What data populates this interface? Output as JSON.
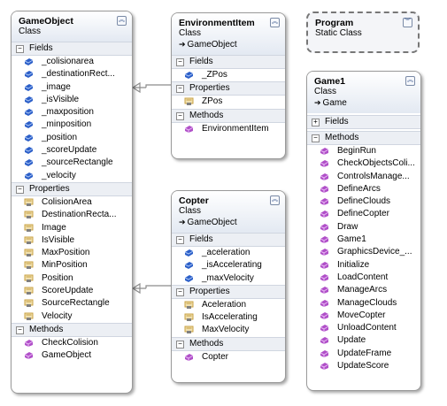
{
  "boxes": {
    "gameobject": {
      "title": "GameObject",
      "kind": "Class",
      "fields_label": "Fields",
      "fields": [
        "_colisionarea",
        "_destinationRect...",
        "_image",
        "_isVisible",
        "_maxposition",
        "_minposition",
        "_position",
        "_scoreUpdate",
        "_sourceRectangle",
        "_velocity"
      ],
      "properties_label": "Properties",
      "properties": [
        "ColisionArea",
        "DestinationRecta...",
        "Image",
        "IsVisible",
        "MaxPosition",
        "MinPosition",
        "Position",
        "ScoreUpdate",
        "SourceRectangle",
        "Velocity"
      ],
      "methods_label": "Methods",
      "methods": [
        "CheckColision",
        "GameObject"
      ]
    },
    "environmentitem": {
      "title": "EnvironmentItem",
      "kind": "Class",
      "base": "GameObject",
      "fields_label": "Fields",
      "fields": [
        "_ZPos"
      ],
      "properties_label": "Properties",
      "properties": [
        "ZPos"
      ],
      "methods_label": "Methods",
      "methods": [
        "EnvironmentItem"
      ]
    },
    "copter": {
      "title": "Copter",
      "kind": "Class",
      "base": "GameObject",
      "fields_label": "Fields",
      "fields": [
        "_aceleration",
        "_isAccelerating",
        "_maxVelocity"
      ],
      "properties_label": "Properties",
      "properties": [
        "Aceleration",
        "IsAccelerating",
        "MaxVelocity"
      ],
      "methods_label": "Methods",
      "methods": [
        "Copter"
      ]
    },
    "program": {
      "title": "Program",
      "kind": "Static Class"
    },
    "game1": {
      "title": "Game1",
      "kind": "Class",
      "base": "Game",
      "fields_label": "Fields",
      "methods_label": "Methods",
      "methods": [
        "BeginRun",
        "CheckObjectsColi...",
        "ControlsManage...",
        "DefineArcs",
        "DefineClouds",
        "DefineCopter",
        "Draw",
        "Game1",
        "GraphicsDevice_...",
        "Initialize",
        "LoadContent",
        "ManageArcs",
        "ManageClouds",
        "MoveCopter",
        "UnloadContent",
        "Update",
        "UpdateFrame",
        "UpdateScore"
      ]
    }
  },
  "colors": {
    "field_icon": "#2c5fc8",
    "property_icon": "#c8a040",
    "method_icon": "#b050c8"
  },
  "icons": {
    "collapse": "double-chevron-up-icon",
    "expand": "double-chevron-down-icon",
    "inherit_arrow": "arrow-right-icon"
  }
}
